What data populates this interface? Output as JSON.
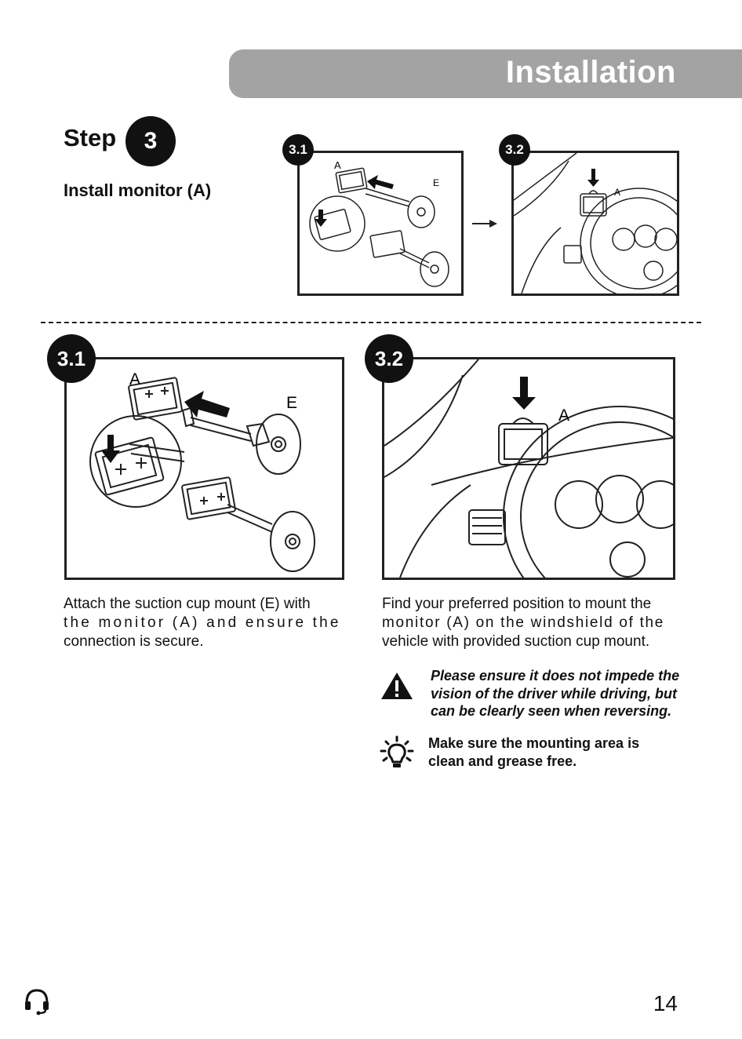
{
  "header": {
    "title": "Installation"
  },
  "step": {
    "label": "Step",
    "number": "3",
    "subtitle": "Install monitor (A)"
  },
  "thumbs": {
    "left": {
      "badge": "3.1",
      "label_a": "A",
      "label_e": "E"
    },
    "right": {
      "badge": "3.2",
      "label_a": "A"
    }
  },
  "panels": {
    "left": {
      "badge": "3.1",
      "label_a": "A",
      "label_e": "E",
      "caption": [
        "Attach the suction cup mount (E) with",
        "the monitor (A) and ensure the",
        "connection is secure."
      ]
    },
    "right": {
      "badge": "3.2",
      "label_a": "A",
      "caption": [
        "Find your preferred position to mount the",
        "monitor (A) on the windshield of the",
        "vehicle with provided suction cup mount."
      ]
    }
  },
  "warning": {
    "icon": "warning-icon",
    "lines": [
      "Please ensure it does not impede the",
      "vision of the driver while driving, but",
      "can be clearly seen when reversing."
    ]
  },
  "tip": {
    "icon": "lightbulb-icon",
    "lines": [
      "Make sure the mounting area is",
      "clean and grease free."
    ]
  },
  "footer": {
    "icon": "headset-icon",
    "page_number": "14"
  }
}
